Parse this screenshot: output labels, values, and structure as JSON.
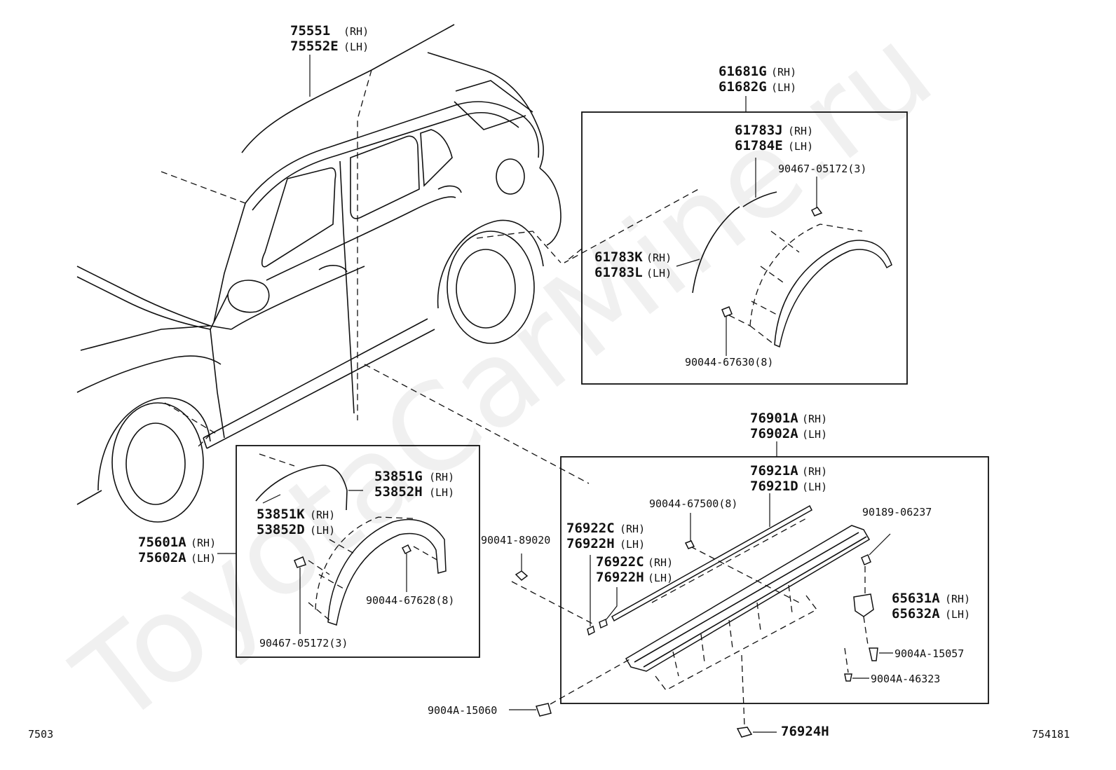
{
  "watermark": "ToyotaCarMine.ru",
  "page_code_left": "7503",
  "page_code_right": "754181",
  "parts": {
    "roof_molding": {
      "rh": "75551",
      "rh_side": "(RH)",
      "lh": "75552E",
      "lh_side": "(LH)"
    },
    "rear_arch_assy": {
      "rh": "61681G",
      "rh_side": "(RH)",
      "lh": "61682G",
      "lh_side": "(LH)"
    },
    "rear_arch_upper": {
      "rh": "61783J",
      "rh_side": "(RH)",
      "lh": "61784E",
      "lh_side": "(LH)"
    },
    "rear_arch_clip": "90467-05172(3)",
    "rear_arch_lower": {
      "rh": "61783K",
      "rh_side": "(RH)",
      "lh": "61783L",
      "lh_side": "(LH)"
    },
    "rear_arch_nut": "90044-67630(8)",
    "rocker_assy": {
      "rh": "76901A",
      "rh_side": "(RH)",
      "lh": "76902A",
      "lh_side": "(LH)"
    },
    "rocker_molding": {
      "rh": "76921A",
      "rh_side": "(RH)",
      "lh": "76921D",
      "lh_side": "(LH)"
    },
    "rocker_nut": "90044-67500(8)",
    "rocker_screw": "90189-06237",
    "front_clip": "90041-89020",
    "rocker_pad_a": {
      "rh": "76922C",
      "rh_side": "(RH)",
      "lh": "76922H",
      "lh_side": "(LH)"
    },
    "rocker_pad_b": {
      "rh": "76922C",
      "rh_side": "(RH)",
      "lh": "76922H",
      "lh_side": "(LH)"
    },
    "mudguard": {
      "rh": "65631A",
      "rh_side": "(RH)",
      "lh": "65632A",
      "lh_side": "(LH)"
    },
    "mudguard_screw": "9004A-15057",
    "mudguard_bolt": "9004A-46323",
    "rocker_front_screw": "9004A-15060",
    "rocker_clip": "76924H",
    "front_arch_upper": {
      "rh": "53851G",
      "rh_side": "(RH)",
      "lh": "53852H",
      "lh_side": "(LH)"
    },
    "front_arch_lower": {
      "rh": "53851K",
      "rh_side": "(RH)",
      "lh": "53852D",
      "lh_side": "(LH)"
    },
    "front_arch_assy": {
      "rh": "75601A",
      "rh_side": "(RH)",
      "lh": "75602A",
      "lh_side": "(LH)"
    },
    "front_arch_nut": "90044-67628(8)",
    "front_arch_clip": "90467-05172(3)"
  }
}
